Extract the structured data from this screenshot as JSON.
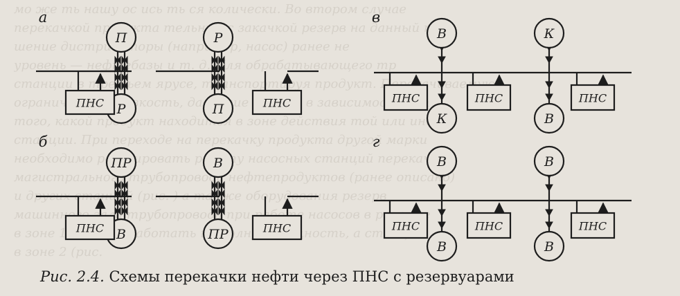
{
  "background_text": [
    "мо же ть нашу ос ись ть ся колически. Во втором случае",
    "перекачкой продукта тельных с закачкой резерв на данный по",
    "шение дистрибуторы (например, насос) ранее не",
    "уровень — нефтебазы и т. д. Пля обрабатывающего тр",
    "станции в третьем ярусе, транспортируя продукт. Перекачиваемую",
    "ограничивают вязкость, давление нефти, в зависимости от",
    "того, какой продукт находится в зоне действия той или иной",
    "станции. При переходе на перекачку продукта другой марки",
    "необходимо регулировать работу насосных станций перекачки",
    "магистрального трубопровода нефтепродуктов (ранее описано)",
    "и других станций (рис. ) а также оборудования резерв",
    "машинного зала трубопровода при работе насосов в режиме",
    "в зоне 1 должна работать на полную мощность, а станция",
    "в зоне 2 (рис."
  ],
  "panels": [
    {
      "letter": "а",
      "pairs": [
        {
          "top": "П",
          "bottom": "Р",
          "station": "ПНС"
        },
        {
          "top": "Р",
          "bottom": "П",
          "station": "ПНС"
        }
      ]
    },
    {
      "letter": "б",
      "pairs": [
        {
          "top": "ПР",
          "bottom": "В",
          "station": "ПНС"
        },
        {
          "top": "В",
          "bottom": "ПР",
          "station": "ПНС"
        }
      ]
    },
    {
      "letter": "в",
      "pairs": [
        {
          "top": "В",
          "bottom": "К",
          "station": "ПНС"
        },
        {
          "top": "К",
          "bottom": "В",
          "station": "ПНС"
        }
      ],
      "tail_station": "ПНС"
    },
    {
      "letter": "г",
      "pairs": [
        {
          "top": "В",
          "bottom": "В",
          "station": "ПНС"
        },
        {
          "top": "В",
          "bottom": "В",
          "station": "ПНС"
        }
      ],
      "tail_station": "ПНС"
    }
  ],
  "caption": {
    "prefix": "Рис. 2.4.",
    "text": "Схемы перекачки нефти через ПНС с резервуарами"
  }
}
